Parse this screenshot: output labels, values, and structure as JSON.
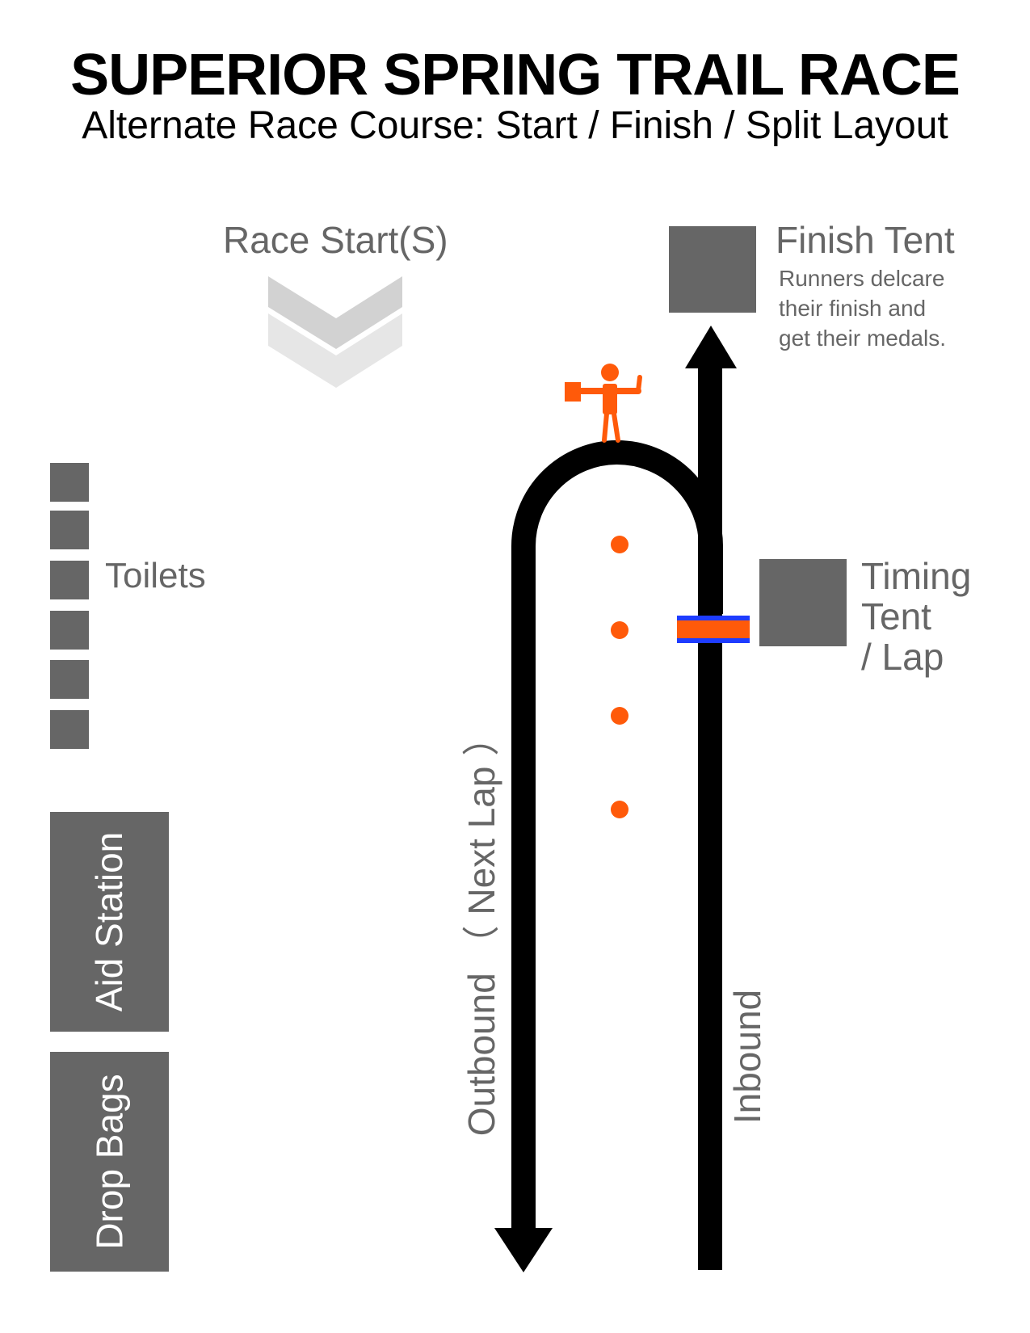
{
  "header": {
    "title": "SUPERIOR SPRING TRAIL RACE",
    "subtitle": "Alternate Race Course: Start / Finish / Split Layout"
  },
  "race_start": {
    "label": "Race Start(S)",
    "icon": "double-chevron-down-icon"
  },
  "finish_tent": {
    "label": "Finish Tent",
    "description_lines": [
      "Runners delcare",
      "their finish and",
      "get their medals."
    ]
  },
  "timing_tent": {
    "label_lines": [
      "Timing",
      "Tent",
      "/ Lap"
    ]
  },
  "toilets": {
    "label": "Toilets",
    "count": 6
  },
  "aid_station": {
    "label": "Aid Station"
  },
  "drop_bags": {
    "label": "Drop Bags"
  },
  "course": {
    "outbound_label": "Outbound （ Next Lap ）",
    "inbound_label": "Inbound",
    "marshal_icon": "flagger-person-icon",
    "cone_count": 4,
    "timing_mat_icon": "timing-mat-icon"
  },
  "colors": {
    "gray": "#666666",
    "light_gray": "#d6d6d6",
    "orange": "#ff5a0a",
    "blue": "#1e3cff",
    "path": "#000000"
  }
}
